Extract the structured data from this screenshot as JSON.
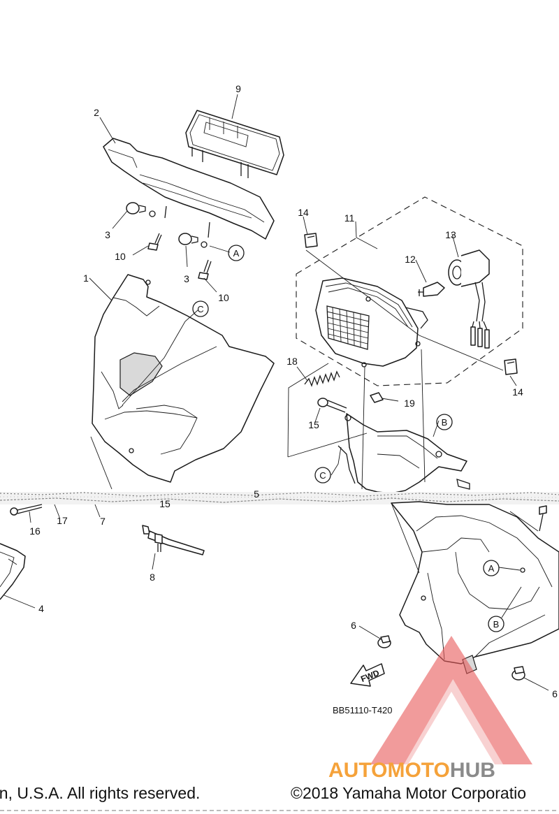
{
  "labels": {
    "p1": "1",
    "p2": "2",
    "p3a": "3",
    "p3b": "3",
    "p4": "4",
    "p5": "5",
    "p6a": "6",
    "p6b": "6",
    "p7": "7",
    "p8": "8",
    "p9": "9",
    "p10a": "10",
    "p10b": "10",
    "p11": "11",
    "p12": "12",
    "p13": "13",
    "p14a": "14",
    "p14b": "14",
    "p15a": "15",
    "p15b": "15",
    "p16": "16",
    "p17": "17",
    "p18": "18",
    "p19": "19"
  },
  "refs": {
    "a1": "A",
    "a2": "A",
    "b1": "B",
    "b2": "B",
    "c1": "C",
    "c2": "C"
  },
  "fwd": "FWD",
  "diagram_code": "BB51110-T420",
  "logo": {
    "part1": "AUTOMOTO",
    "part2": "HUB",
    "color1": "#f5a23a",
    "color2": "#8a8a8a",
    "mark_color": "#e85a5a"
  },
  "footer": {
    "left": "on, U.S.A. All rights reserved.",
    "right": "©2018 Yamaha Motor Corporatio"
  }
}
